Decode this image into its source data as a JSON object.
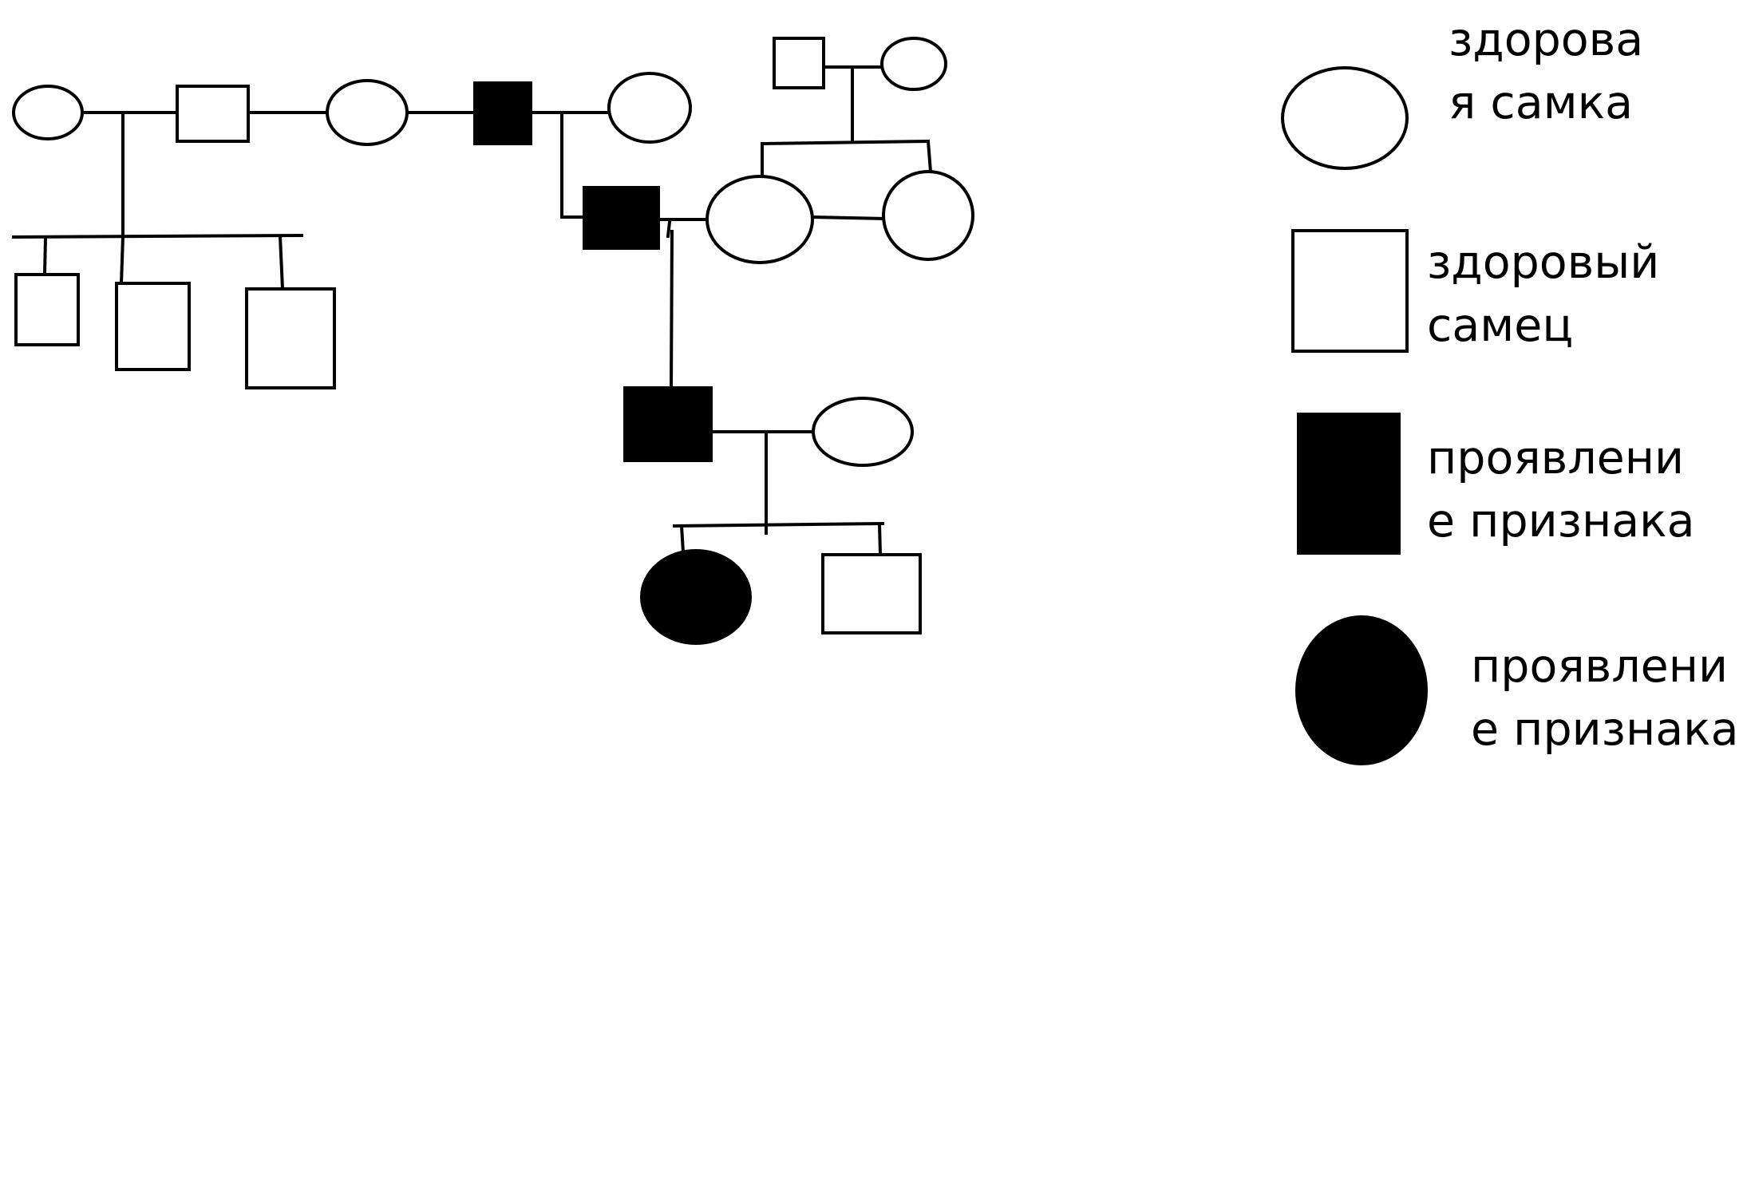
{
  "colors": {
    "background": "#ffffff",
    "stroke": "#000000",
    "affected_fill": "#000000",
    "healthy_fill": "#ffffff"
  },
  "pedigree": {
    "individuals": [
      {
        "id": "g1-female-1",
        "sex": "female",
        "affected": false
      },
      {
        "id": "g1-male-1",
        "sex": "male",
        "affected": false
      },
      {
        "id": "g1-female-2",
        "sex": "female",
        "affected": false
      },
      {
        "id": "g1-male-2",
        "sex": "male",
        "affected": true
      },
      {
        "id": "g1-female-3",
        "sex": "female",
        "affected": false
      },
      {
        "id": "g0-male-right",
        "sex": "male",
        "affected": false
      },
      {
        "id": "g0-female-right",
        "sex": "female",
        "affected": false
      },
      {
        "id": "g2-son-left-1",
        "sex": "male",
        "affected": false
      },
      {
        "id": "g2-son-left-2",
        "sex": "male",
        "affected": false
      },
      {
        "id": "g2-son-left-3",
        "sex": "male",
        "affected": false
      },
      {
        "id": "g2-male-affected",
        "sex": "male",
        "affected": true
      },
      {
        "id": "g2-female-1",
        "sex": "female",
        "affected": false
      },
      {
        "id": "g2-female-2",
        "sex": "female",
        "affected": false
      },
      {
        "id": "g3-male-affected",
        "sex": "male",
        "affected": true
      },
      {
        "id": "g3-female",
        "sex": "female",
        "affected": false
      },
      {
        "id": "g4-female-affected",
        "sex": "female",
        "affected": true
      },
      {
        "id": "g4-male",
        "sex": "male",
        "affected": false
      }
    ]
  },
  "legend": {
    "items": [
      {
        "symbol": "circle",
        "filled": false,
        "line1": "здорова",
        "line2": "я самка"
      },
      {
        "symbol": "square",
        "filled": false,
        "line1": "здоровый",
        "line2": "самец"
      },
      {
        "symbol": "square",
        "filled": true,
        "line1": "проявлени",
        "line2": "е признака"
      },
      {
        "symbol": "circle",
        "filled": true,
        "line1": "проявлени",
        "line2": "е признака"
      }
    ]
  }
}
